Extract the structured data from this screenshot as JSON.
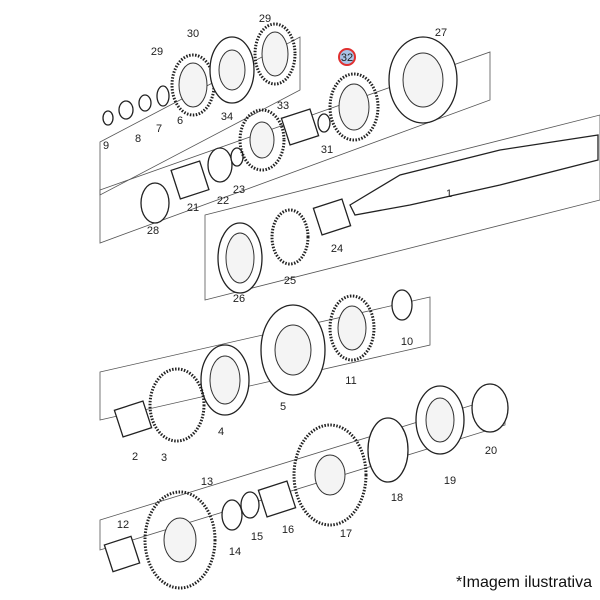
{
  "diagram": {
    "highlighted_part": "32",
    "highlight_color": "#e03030",
    "highlight_fill": "#aac4e8",
    "labels": [
      "29",
      "30",
      "29",
      "27",
      "32",
      "33",
      "34",
      "31",
      "9",
      "8",
      "7",
      "6",
      "1",
      "23",
      "22",
      "21",
      "28",
      "24",
      "25",
      "26",
      "10",
      "11",
      "5",
      "4",
      "3",
      "2",
      "20",
      "19",
      "18",
      "17",
      "16",
      "15",
      "14",
      "13",
      "12"
    ]
  },
  "caption": "*Imagem ilustrativa"
}
